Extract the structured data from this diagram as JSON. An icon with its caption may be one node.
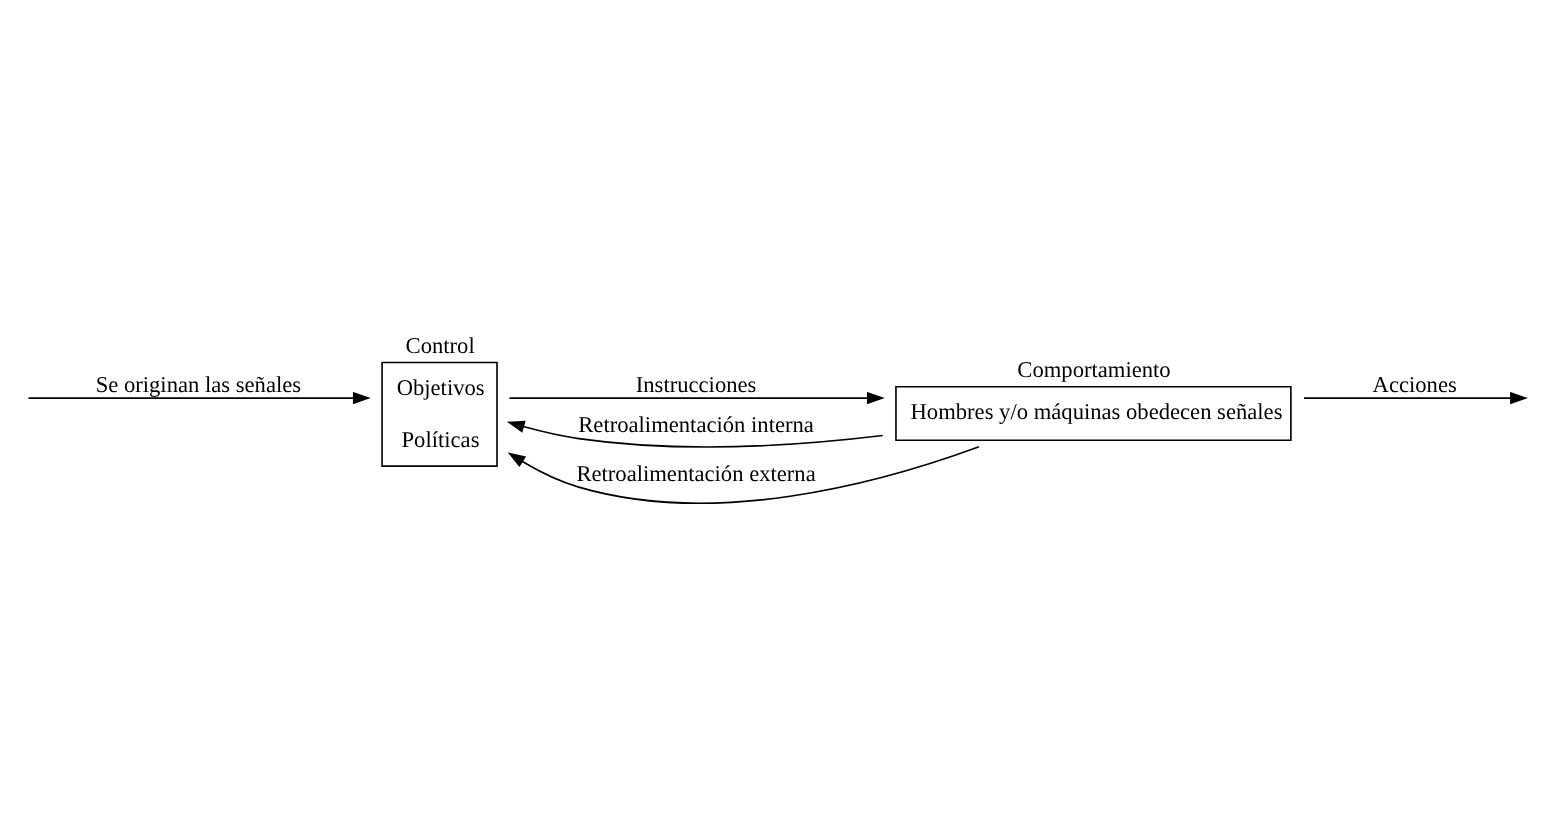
{
  "diagram": {
    "nodes": [
      {
        "text": [
          "Control",
          "Objetivos",
          "Políticas"
        ]
      },
      {
        "text": [
          "Comportamiento",
          "Hombres y/o máquinas obedecen señales"
        ]
      }
    ],
    "edges": [
      {
        "from": null,
        "to": 0,
        "arrow": "to",
        "label": "Se originan las señales"
      },
      {
        "from": 0,
        "to": 1,
        "arrow": "to",
        "label": "Instrucciones"
      },
      {
        "from": 1,
        "to": null,
        "arrow": "to",
        "label": "Acciones"
      },
      {
        "from": 1,
        "to": 0,
        "arrow": "to",
        "label": "Retroalimentación interna"
      },
      {
        "from": 1,
        "to": 0,
        "arrow": "to",
        "label": "Retroalimentación externa"
      }
    ]
  }
}
